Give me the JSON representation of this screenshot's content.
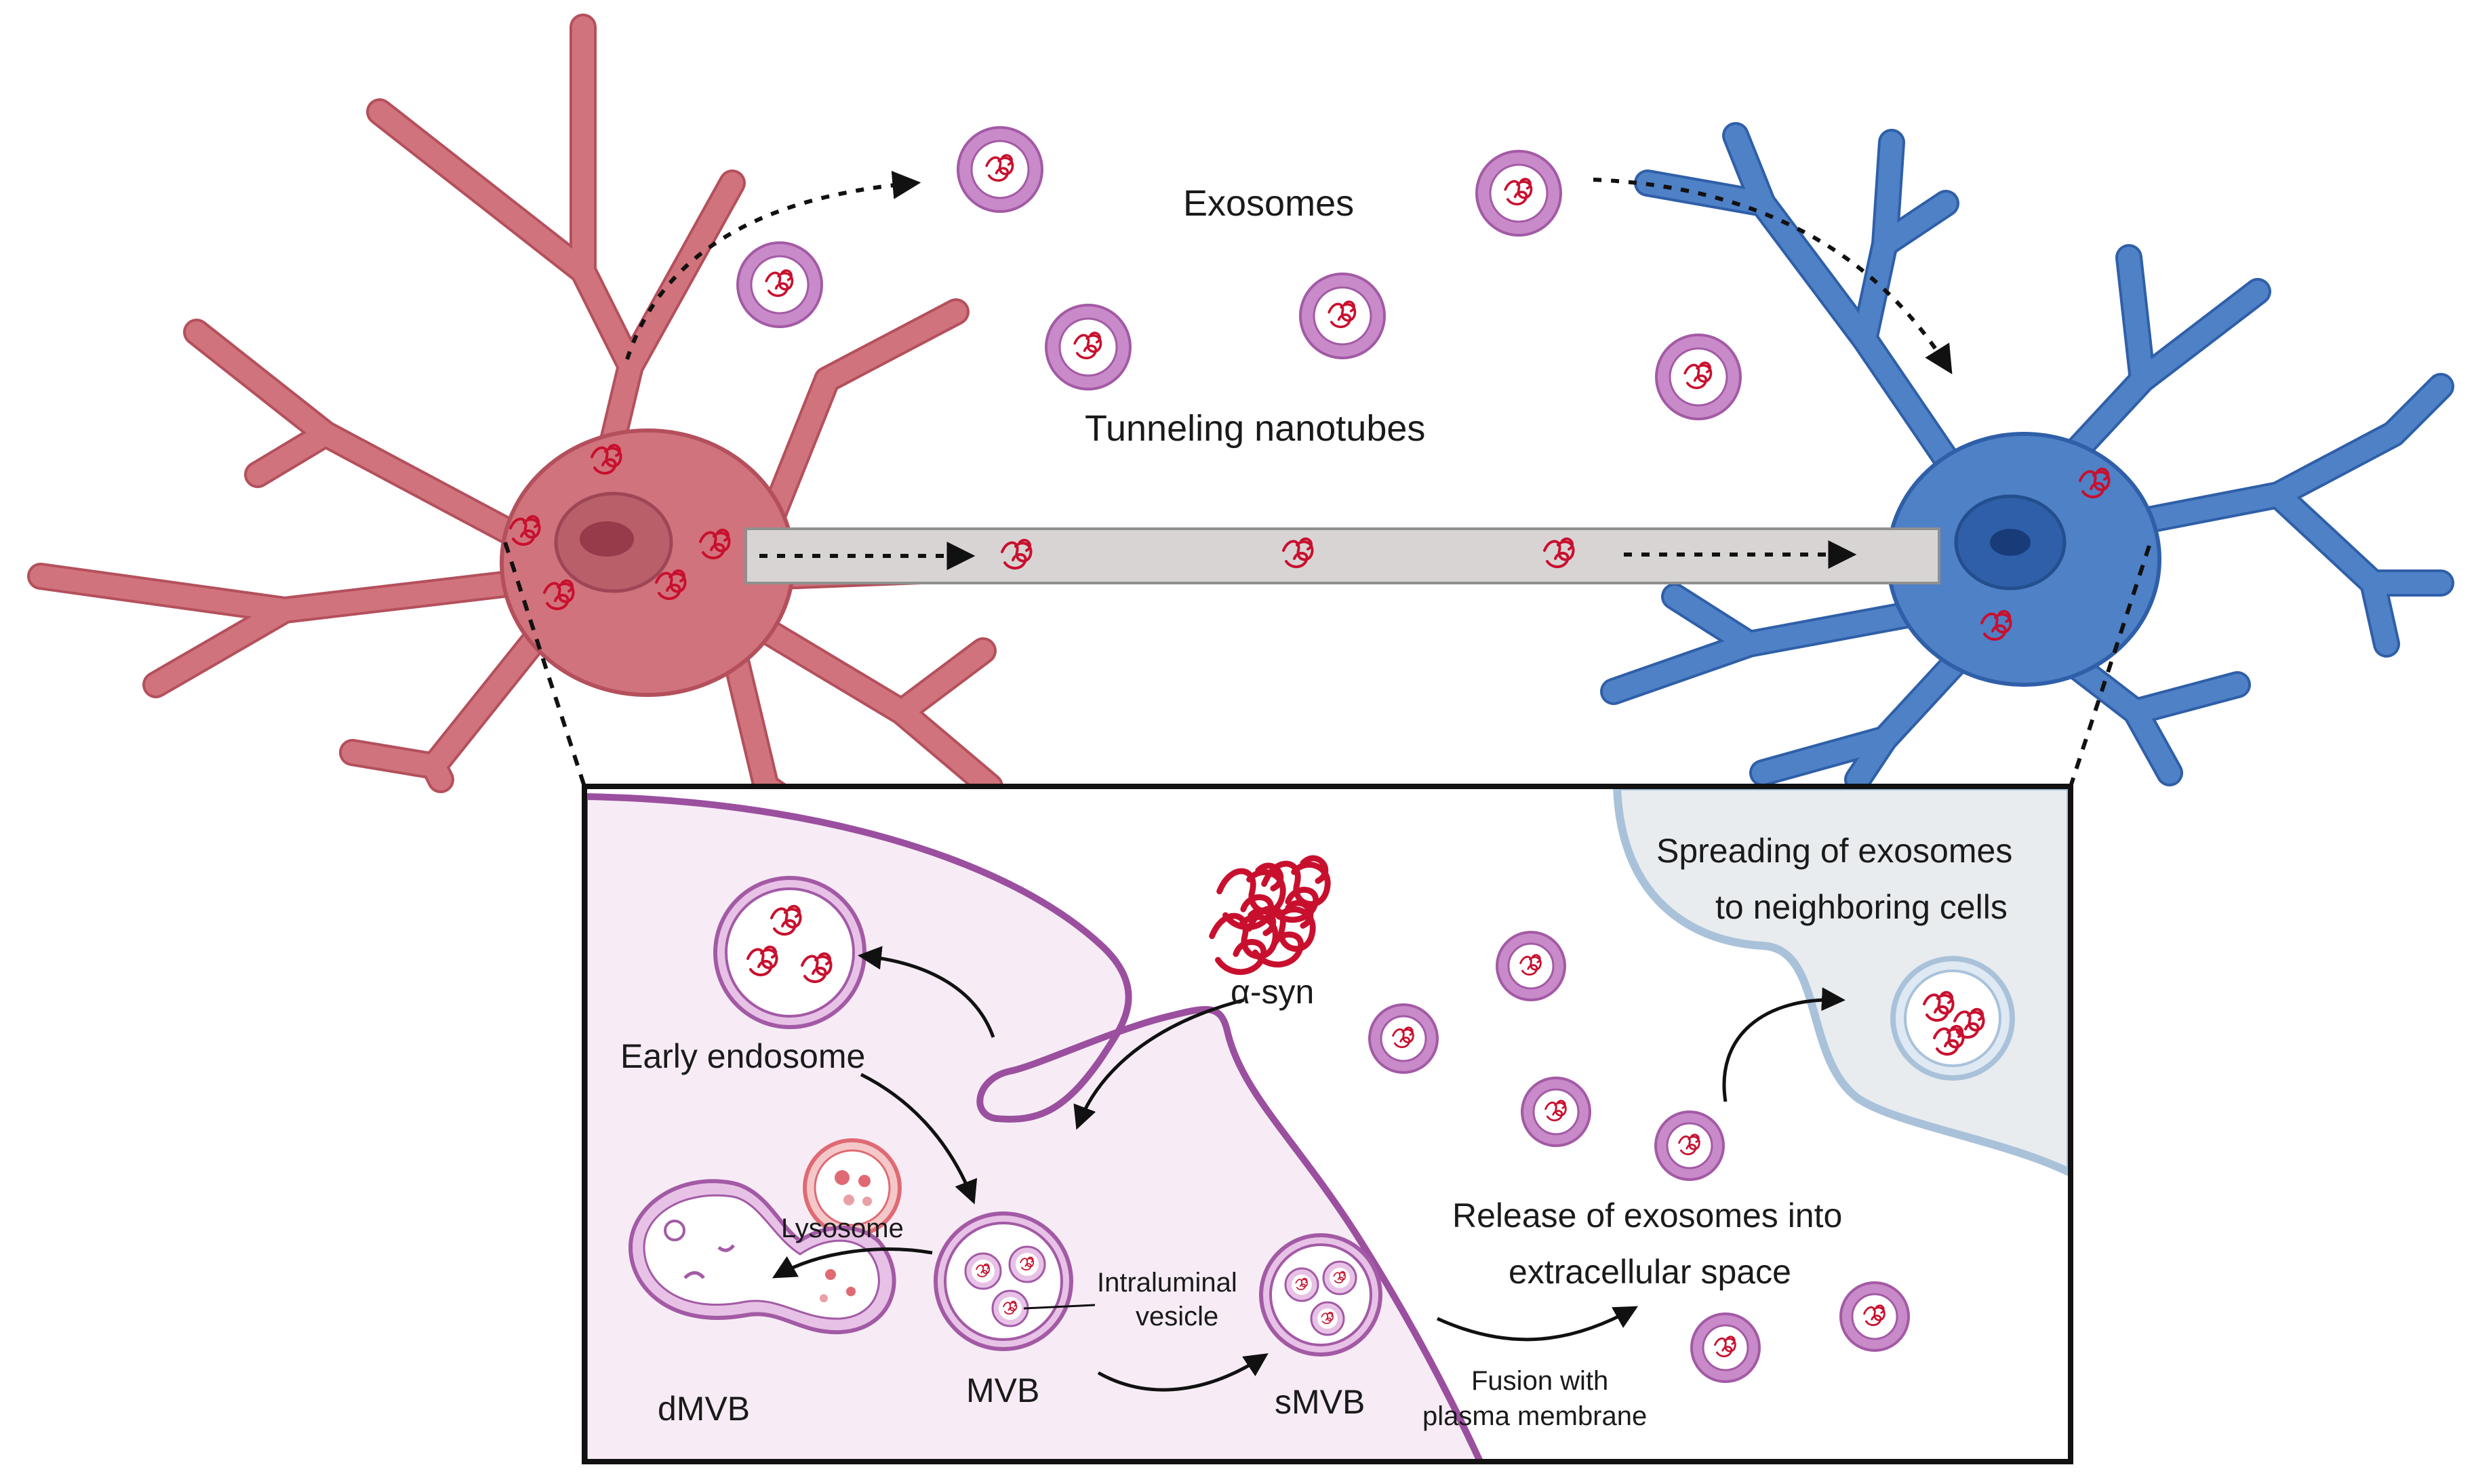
{
  "labels": {
    "exosomes": "Exosomes",
    "tunneling_nanotubes": "Tunneling nanotubes",
    "spreading_line1": "Spreading of exosomes",
    "spreading_line2": "to neighboring cells",
    "asyn": "α-syn",
    "early_endosome": "Early endosome",
    "lysosome": "Lysosome",
    "intraluminal_line1": "Intraluminal",
    "intraluminal_line2": "vesicle",
    "mvb": "MVB",
    "dmvb": "dMVB",
    "smvb": "sMVB",
    "release_line1": "Release of exosomes into",
    "release_line2": "extracellular space",
    "fusion_line1": "Fusion with",
    "fusion_line2": "plasma membrane"
  },
  "colors": {
    "left_neuron": "#d1737c",
    "left_neuron_stroke": "#b4505c",
    "right_neuron": "#4f81c7",
    "right_neuron_stroke": "#2f5fa8",
    "exosome_ring": "#c98ac9",
    "exosome_ring_stroke": "#a35aa5",
    "asyn": "#c8102e",
    "nanotube": "#d9d4d4",
    "cell_interior": "#f7ecf5",
    "neighbor_cell": "#e8ecef",
    "lysosome": "#e8888f"
  }
}
